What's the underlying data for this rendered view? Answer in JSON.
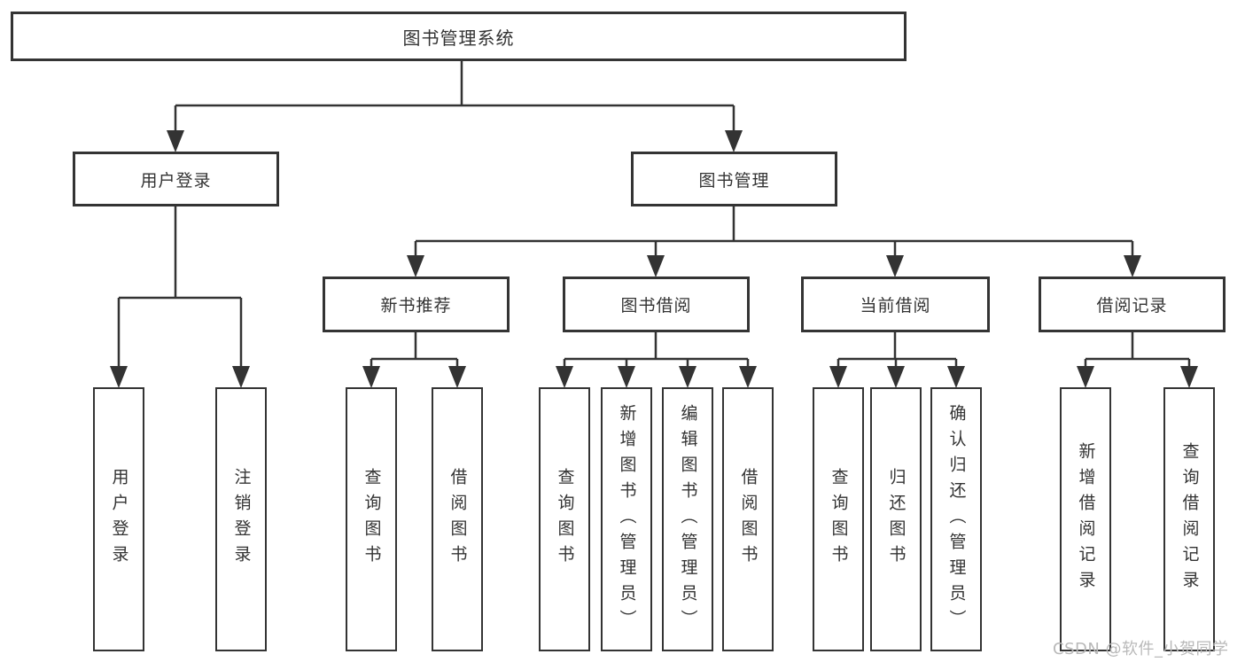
{
  "diagram": {
    "root": {
      "label": "图书管理系统"
    },
    "branches": {
      "user_login": {
        "label": "用户登录",
        "children": {
          "login": {
            "label": "用户登录"
          },
          "logout": {
            "label": "注销登录"
          }
        }
      },
      "book_mgmt": {
        "label": "图书管理",
        "children": {
          "new_book_rec": {
            "label": "新书推荐",
            "children": {
              "query": {
                "label": "查询图书"
              },
              "borrow": {
                "label": "借阅图书"
              }
            }
          },
          "book_borrow": {
            "label": "图书借阅",
            "children": {
              "query": {
                "label": "查询图书"
              },
              "add": {
                "label": "新增图书（管理员）"
              },
              "edit": {
                "label": "编辑图书（管理员）"
              },
              "borrow": {
                "label": "借阅图书"
              }
            }
          },
          "current_borrow": {
            "label": "当前借阅",
            "children": {
              "query": {
                "label": "查询图书"
              },
              "return": {
                "label": "归还图书"
              },
              "confirm": {
                "label": "确认归还（管理员）"
              }
            }
          },
          "borrow_records": {
            "label": "借阅记录",
            "children": {
              "add": {
                "label": "新增借阅记录"
              },
              "query": {
                "label": "查询借阅记录"
              }
            }
          }
        }
      }
    }
  },
  "watermark": {
    "text": "CSDN @软件_小贺同学"
  },
  "colors": {
    "line": "#333333",
    "box_border": "#343434",
    "text": "#333333",
    "background": "#ffffff",
    "watermark": "#b9b9b9"
  }
}
